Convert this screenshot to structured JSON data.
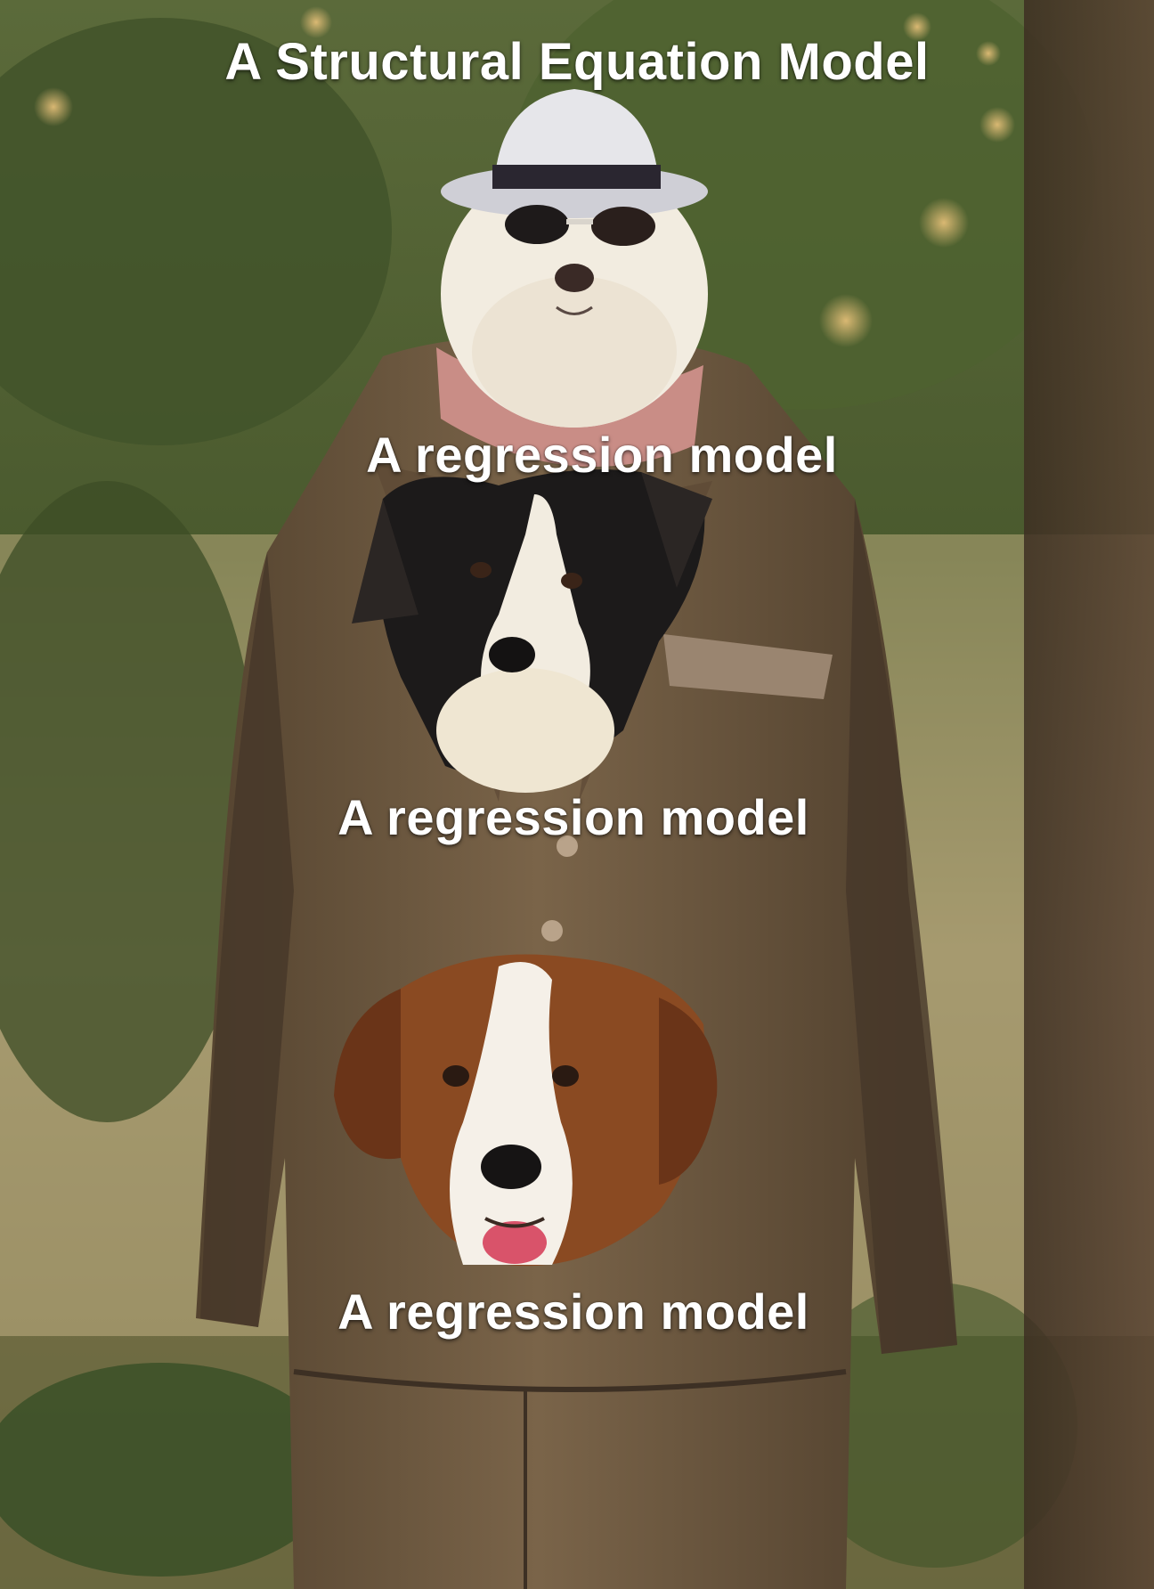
{
  "meme": {
    "title": "A Structural Equation Model",
    "labels": [
      "A regression model",
      "A regression model",
      "A regression model"
    ]
  },
  "palette": {
    "coat": "#6e5a42",
    "coat_shadow": "#4a3b2a",
    "foliage": "#4c5a30",
    "wall": "#c9b98a",
    "hat": "#e6e6ea",
    "white_fur": "#f2ece0",
    "black_fur": "#1c1a1a",
    "brown_fur": "#8a4a22"
  }
}
